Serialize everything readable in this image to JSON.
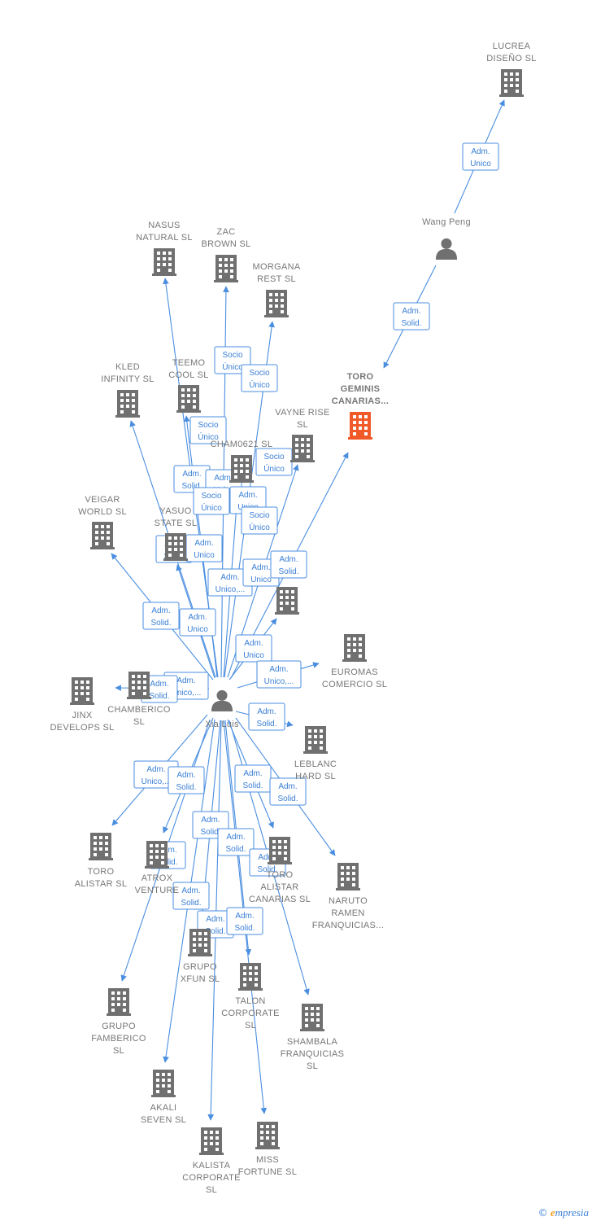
{
  "diagram": {
    "center": "Xia Luis",
    "persons": [
      {
        "id": "xia",
        "label": "Xia Luis",
        "icon": "person-icon"
      },
      {
        "id": "wang",
        "label": "Wang Peng",
        "icon": "person-icon"
      }
    ],
    "companies": [
      {
        "id": "lucrea",
        "lines": [
          "LUCREA",
          "DISEÑO  SL"
        ]
      },
      {
        "id": "toro_geminis",
        "lines": [
          "TORO",
          "GEMINIS",
          "CANARIAS..."
        ],
        "focus": true
      },
      {
        "id": "nasus",
        "lines": [
          "NASUS",
          "NATURAL  SL"
        ]
      },
      {
        "id": "zac",
        "lines": [
          "ZAC",
          "BROWN  SL"
        ]
      },
      {
        "id": "morgana",
        "lines": [
          "MORGANA",
          "REST  SL"
        ]
      },
      {
        "id": "kled",
        "lines": [
          "KLED",
          "INFINITY  SL"
        ]
      },
      {
        "id": "teemo",
        "lines": [
          "TEEMO",
          "COOL  SL"
        ]
      },
      {
        "id": "vayne",
        "lines": [
          "VAYNE RISE",
          "SL"
        ]
      },
      {
        "id": "cham",
        "lines": [
          "CHAM0621  SL"
        ]
      },
      {
        "id": "veigar",
        "lines": [
          "VEIGAR",
          "WORLD  SL"
        ]
      },
      {
        "id": "yasuo",
        "lines": [
          "YASUO",
          "STATE  SL"
        ]
      },
      {
        "id": "hidden1",
        "lines": []
      },
      {
        "id": "euromas",
        "lines": [
          "EUROMAS",
          "COMERCIO  SL"
        ]
      },
      {
        "id": "jinx",
        "lines": [
          "JINX",
          "DEVELOPS  SL"
        ]
      },
      {
        "id": "chamberico",
        "lines": [
          "CHAMBERICO",
          "SL"
        ]
      },
      {
        "id": "leblanc",
        "lines": [
          "LEBLANC",
          "HARD  SL"
        ]
      },
      {
        "id": "toro_alistar",
        "lines": [
          "TORO",
          "ALISTAR  SL"
        ]
      },
      {
        "id": "atrox",
        "lines": [
          "ATROX",
          "VENTURE"
        ]
      },
      {
        "id": "toro_alistar_can",
        "lines": [
          "TORO",
          "ALISTAR",
          "CANARIAS  SL"
        ]
      },
      {
        "id": "naruto",
        "lines": [
          "NARUTO",
          "RAMEN",
          "FRANQUICIAS..."
        ]
      },
      {
        "id": "grupo_xfun",
        "lines": [
          "GRUPO",
          "XFUN  SL"
        ]
      },
      {
        "id": "talon",
        "lines": [
          "TALON",
          "CORPORATE",
          "SL"
        ]
      },
      {
        "id": "shambala",
        "lines": [
          "SHAMBALA",
          "FRANQUICIAS",
          "SL"
        ]
      },
      {
        "id": "grupo_famberico",
        "lines": [
          "GRUPO",
          "FAMBERICO",
          "SL"
        ]
      },
      {
        "id": "akali",
        "lines": [
          "AKALI",
          "SEVEN  SL"
        ]
      },
      {
        "id": "kalista",
        "lines": [
          "KALISTA",
          "CORPORATE",
          "SL"
        ]
      },
      {
        "id": "miss_fortune",
        "lines": [
          "MISS",
          "FORTUNE  SL"
        ]
      }
    ],
    "edge_labels": [
      [
        "Adm.",
        "Unico"
      ],
      [
        "Adm.",
        "Solid."
      ],
      [
        "Socio",
        "Único"
      ],
      [
        "Socio",
        "Único"
      ],
      [
        "Socio",
        "Único"
      ],
      [
        "Adm.",
        "Solid."
      ],
      [
        "Adm.",
        "Unico"
      ],
      [
        "Socio",
        "Único"
      ],
      [
        "Adm.",
        "Unico"
      ],
      [
        "Socio",
        "Único"
      ],
      [
        "Socio",
        "Único"
      ],
      [
        "Adm.",
        "Solid."
      ],
      [
        "Adm.",
        "Unico"
      ],
      [
        "Adm.",
        "Unico,..."
      ],
      [
        "Adm.",
        "Unico"
      ],
      [
        "Adm.",
        "Solid."
      ],
      [
        "Adm.",
        "Solid."
      ],
      [
        "Adm.",
        "Unico"
      ],
      [
        "Adm.",
        "Unico"
      ],
      [
        "Adm.",
        "Unico,..."
      ],
      [
        "Adm.",
        "Solid."
      ],
      [
        "Adm.",
        "Unico,..."
      ],
      [
        "Adm.",
        "Solid."
      ],
      [
        "Adm.",
        "Unico,..."
      ],
      [
        "Adm.",
        "Solid."
      ],
      [
        "Adm.",
        "Solid."
      ],
      [
        "Adm.",
        "Solid."
      ],
      [
        "Adm.",
        "Solid."
      ],
      [
        "Adm.",
        "Solid."
      ],
      [
        "Adm.",
        "Solid."
      ],
      [
        "Adm.",
        "Solid."
      ],
      [
        "Adm.",
        "Solid."
      ],
      [
        "Adm.",
        "Solid."
      ],
      [
        "Adm.",
        "Solid."
      ]
    ]
  },
  "footer": {
    "copyright": "©",
    "brand_e": "e",
    "brand_rest": "mpresia"
  },
  "colors": {
    "edge": "#4a8ee0",
    "building": "#707070",
    "focus_building": "#f05a28",
    "person": "#707070"
  }
}
